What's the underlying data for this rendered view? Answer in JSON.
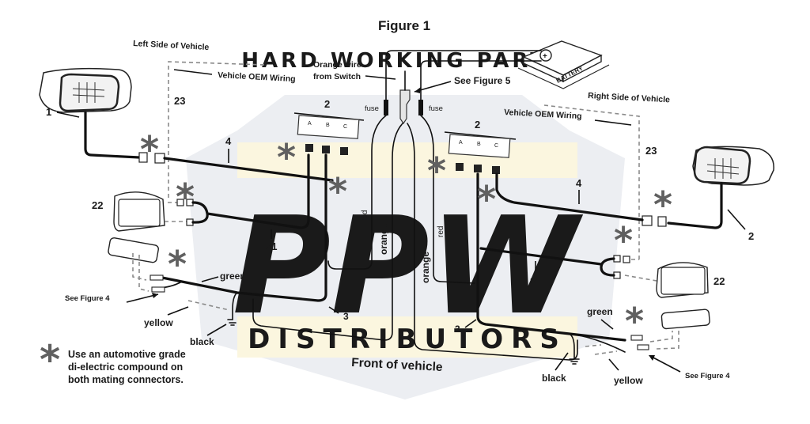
{
  "figure": {
    "title": "Figure 1",
    "front_label": "Front of vehicle"
  },
  "sides": {
    "left": "Left Side of Vehicle",
    "right": "Right Side of Vehicle"
  },
  "labels": {
    "oem_wiring_left": "Vehicle OEM Wiring",
    "oem_wiring_right": "Vehicle OEM Wiring",
    "orange_wire_line1": "Orange wire",
    "orange_wire_line2": "from Switch",
    "see_figure_5": "See Figure 5",
    "battery": "BATTERY",
    "fuse_left": "fuse",
    "fuse_right": "fuse",
    "see_figure_4_left": "See Figure 4",
    "see_figure_4_right": "See Figure 4"
  },
  "connector_pins": [
    "A",
    "B",
    "C"
  ],
  "part_numbers": {
    "headlight_left": "1",
    "headlight_right": "2",
    "module_left": "2",
    "module_right": "2",
    "oem_left": "23",
    "oem_right": "23",
    "harness_left": "4",
    "harness_right": "4",
    "turn_harness_left": "21",
    "turn_harness_right": "21",
    "main_harness_left": "3",
    "main_harness_right": "3",
    "marker_left": "22",
    "marker_right": "22"
  },
  "wire_colors": {
    "red_left": "red",
    "red_right": "red",
    "orange_left": "orange",
    "orange_right": "orange",
    "green_left": "green",
    "green_right": "green",
    "yellow_left": "yellow",
    "yellow_right": "yellow",
    "black_left": "black",
    "black_right": "black"
  },
  "note": {
    "symbol": "*",
    "line1": "Use an automotive grade",
    "line2": "di-electric compound on",
    "line3": "both mating connectors."
  },
  "watermark": {
    "arc_text": "HARD WORKING PARTS",
    "big_text": "PPW",
    "sub_text": "DISTRIBUTORS"
  },
  "colors": {
    "watermark_gray": "#e9eaee",
    "watermark_yellow": "#fdf7dc",
    "asterisk": "#606060",
    "ink": "#111111"
  }
}
